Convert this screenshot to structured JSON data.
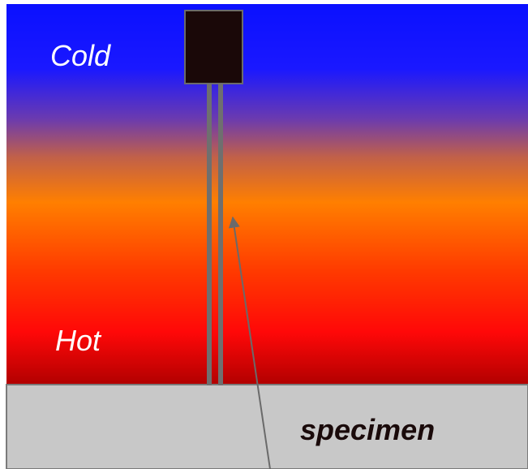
{
  "labels": {
    "cold": "Cold",
    "hot": "Hot",
    "specimen": "specimen"
  },
  "colors": {
    "cold": "#0a14ff",
    "mid_purple": "#8a4a8a",
    "orange": "#ff7f00",
    "red": "#ff0a00",
    "dark_red": "#b00000",
    "sensor_body": "#1a0808",
    "sensor_border": "#6b6b6b",
    "lead": "#6f6f6f",
    "specimen_fill": "#c8c8c8",
    "specimen_border": "#7a7a7a",
    "label_light": "#ffffff",
    "label_dark": "#1a0a0a",
    "arrow": "#6a6a6a"
  }
}
